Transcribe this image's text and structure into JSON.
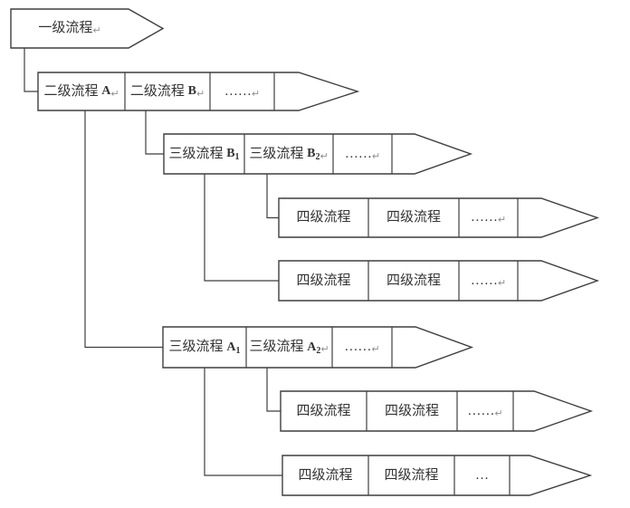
{
  "diagram": {
    "background": "#ffffff",
    "line_color": "#3f3f3f",
    "text_color": "#333333",
    "mark_color": "#8f8f8f",
    "rows": [
      {
        "name": "level-1",
        "cells": [
          {
            "text": "一级流程",
            "mark": "↵"
          }
        ]
      },
      {
        "name": "level-2",
        "cells": [
          {
            "text": "二级流程 ",
            "letter": "A",
            "mark": "↵"
          },
          {
            "text": "二级流程 ",
            "letter": "B",
            "mark": "↵"
          },
          {
            "text": "……",
            "mark": "↵"
          },
          {
            "text": ""
          }
        ]
      },
      {
        "name": "level-3-B",
        "cells": [
          {
            "text": "三级流程 ",
            "letter": "B",
            "sub": "1"
          },
          {
            "text": "三级流程 ",
            "letter": "B",
            "sub": "2",
            "mark": "↵"
          },
          {
            "text": "……",
            "mark": "↵"
          },
          {
            "text": ""
          }
        ]
      },
      {
        "name": "level-4-B2",
        "cells": [
          {
            "text": "四级流程"
          },
          {
            "text": "四级流程"
          },
          {
            "text": "……",
            "mark": "↵"
          },
          {
            "text": ""
          }
        ]
      },
      {
        "name": "level-4-B1",
        "cells": [
          {
            "text": "四级流程"
          },
          {
            "text": "四级流程"
          },
          {
            "text": "……",
            "mark": "↵"
          },
          {
            "text": ""
          }
        ]
      },
      {
        "name": "level-3-A",
        "cells": [
          {
            "text": "三级流程 ",
            "letter": "A",
            "sub": "1"
          },
          {
            "text": "三级流程 ",
            "letter": "A",
            "sub": "2",
            "mark": "↵"
          },
          {
            "text": "……",
            "mark": "↵"
          },
          {
            "text": ""
          }
        ]
      },
      {
        "name": "level-4-A2",
        "cells": [
          {
            "text": "四级流程"
          },
          {
            "text": "四级流程"
          },
          {
            "text": "……",
            "mark": "↵"
          },
          {
            "text": ""
          }
        ]
      },
      {
        "name": "level-4-A1",
        "cells": [
          {
            "text": "四级流程"
          },
          {
            "text": "四级流程"
          },
          {
            "text": "…"
          },
          {
            "text": ""
          }
        ]
      }
    ]
  }
}
